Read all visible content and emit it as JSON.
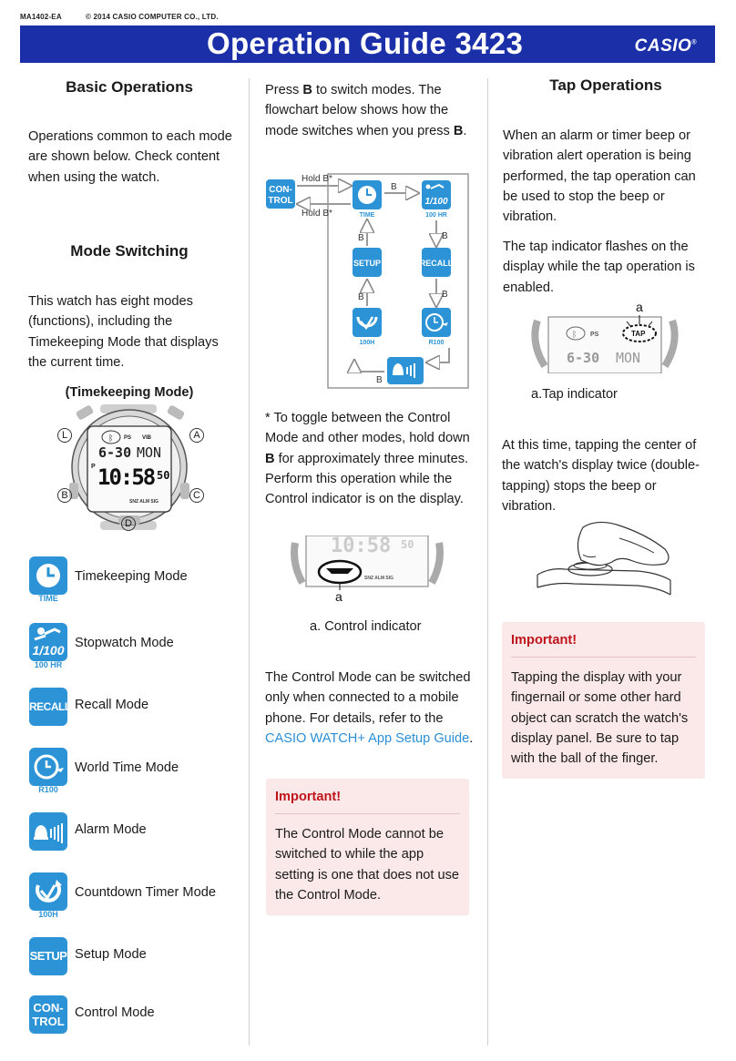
{
  "header": {
    "doc_code": "MA1402-EA",
    "copyright": "© 2014 CASIO COMPUTER CO., LTD.",
    "title": "Operation Guide 3423",
    "brand": "CASIO"
  },
  "col1": {
    "basic_heading": "Basic Operations",
    "basic_text": "Operations common to each mode are shown below. Check content when using the watch.",
    "mode_heading": "Mode Switching",
    "mode_text": "This watch has eight modes (functions), including the Timekeeping Mode that displays the current time.",
    "watch_caption": "(Timekeeping Mode)",
    "watch": {
      "btn_l": "L",
      "btn_a": "A",
      "btn_b": "B",
      "btn_c": "C",
      "btn_d": "D",
      "ps": "PS",
      "vib": "VIB",
      "date": "6-30",
      "day": "MON",
      "time": "10:58",
      "sec": "50",
      "p": "P",
      "bottom": "SNZ ALM SIG"
    },
    "modes": [
      {
        "icon": "clock-icon",
        "sub": "TIME",
        "label": "Timekeeping Mode"
      },
      {
        "icon": "stopwatch-icon",
        "icon_text": "1/100",
        "sub": "100 HR",
        "label": "Stopwatch Mode"
      },
      {
        "icon": "recall-icon",
        "icon_text": "RECALL",
        "label": "Recall Mode"
      },
      {
        "icon": "world-time-icon",
        "sub": "R100",
        "label": "World Time Mode"
      },
      {
        "icon": "alarm-icon",
        "label": "Alarm Mode"
      },
      {
        "icon": "countdown-icon",
        "sub": "100H",
        "label": "Countdown Timer Mode"
      },
      {
        "icon": "setup-icon",
        "icon_text": "SETUP",
        "label": "Setup Mode"
      },
      {
        "icon": "control-icon",
        "icon_text_1": "CON-",
        "icon_text_2": "TROL",
        "label": "Control Mode"
      }
    ]
  },
  "col2": {
    "intro_pre": "Press ",
    "intro_key": "B",
    "intro_mid": " to switch modes. The flowchart below shows how the mode switches when you press ",
    "intro_key2": "B",
    "intro_end": ".",
    "flow": {
      "hold_top": "Hold B*",
      "hold_bottom": "Hold B*",
      "b": "B",
      "time_sub": "TIME",
      "sw_text": "1/100",
      "sw_sub": "100 HR",
      "setup": "SETUP",
      "recall": "RECALL",
      "cd_sub": "100H",
      "wt_sub": "R100",
      "control_1": "CON-",
      "control_2": "TROL"
    },
    "note_pre": "* To toggle between the Control Mode and other modes, hold down ",
    "note_key": "B",
    "note_post": " for approximately three minutes. Perform this operation while the Control indicator is on the display.",
    "img_label": "a",
    "img_bottom": "SNZ ALM SIG",
    "img_caption": "a. Control indicator",
    "control_pre": "The Control Mode can be switched only when connected to a mobile phone. For details, refer to the ",
    "control_link": "CASIO WATCH+ App Setup Guide",
    "control_post": ".",
    "important_title": "Important!",
    "important_text": "The Control Mode cannot be switched to while the app setting is one that does not use the Control Mode."
  },
  "col3": {
    "tap_heading": "Tap Operations",
    "tap_text1": "When an alarm or timer beep or vibration alert operation is being performed, the tap operation can be used to stop the beep or vibration.",
    "tap_text2": "The tap indicator flashes on the display while the tap operation is enabled.",
    "img_label": "a",
    "img": {
      "ps": "PS",
      "tap": "TAP",
      "date": "6-30",
      "day": "MON"
    },
    "tap_caption": "a.Tap indicator",
    "tap_text3": "At this time, tapping the center of the watch's display twice (double-tapping) stops the beep or vibration.",
    "important_title": "Important!",
    "important_text": "Tapping the display with your fingernail or some other hard object can scratch the watch's display panel. Be sure to tap with the ball of the finger."
  },
  "colors": {
    "banner": "#1a2fa8",
    "icon_blue": "#2b93d6",
    "important_bg": "#fbe9ea",
    "important_title": "#c0141c",
    "link": "#2b8fd6"
  }
}
